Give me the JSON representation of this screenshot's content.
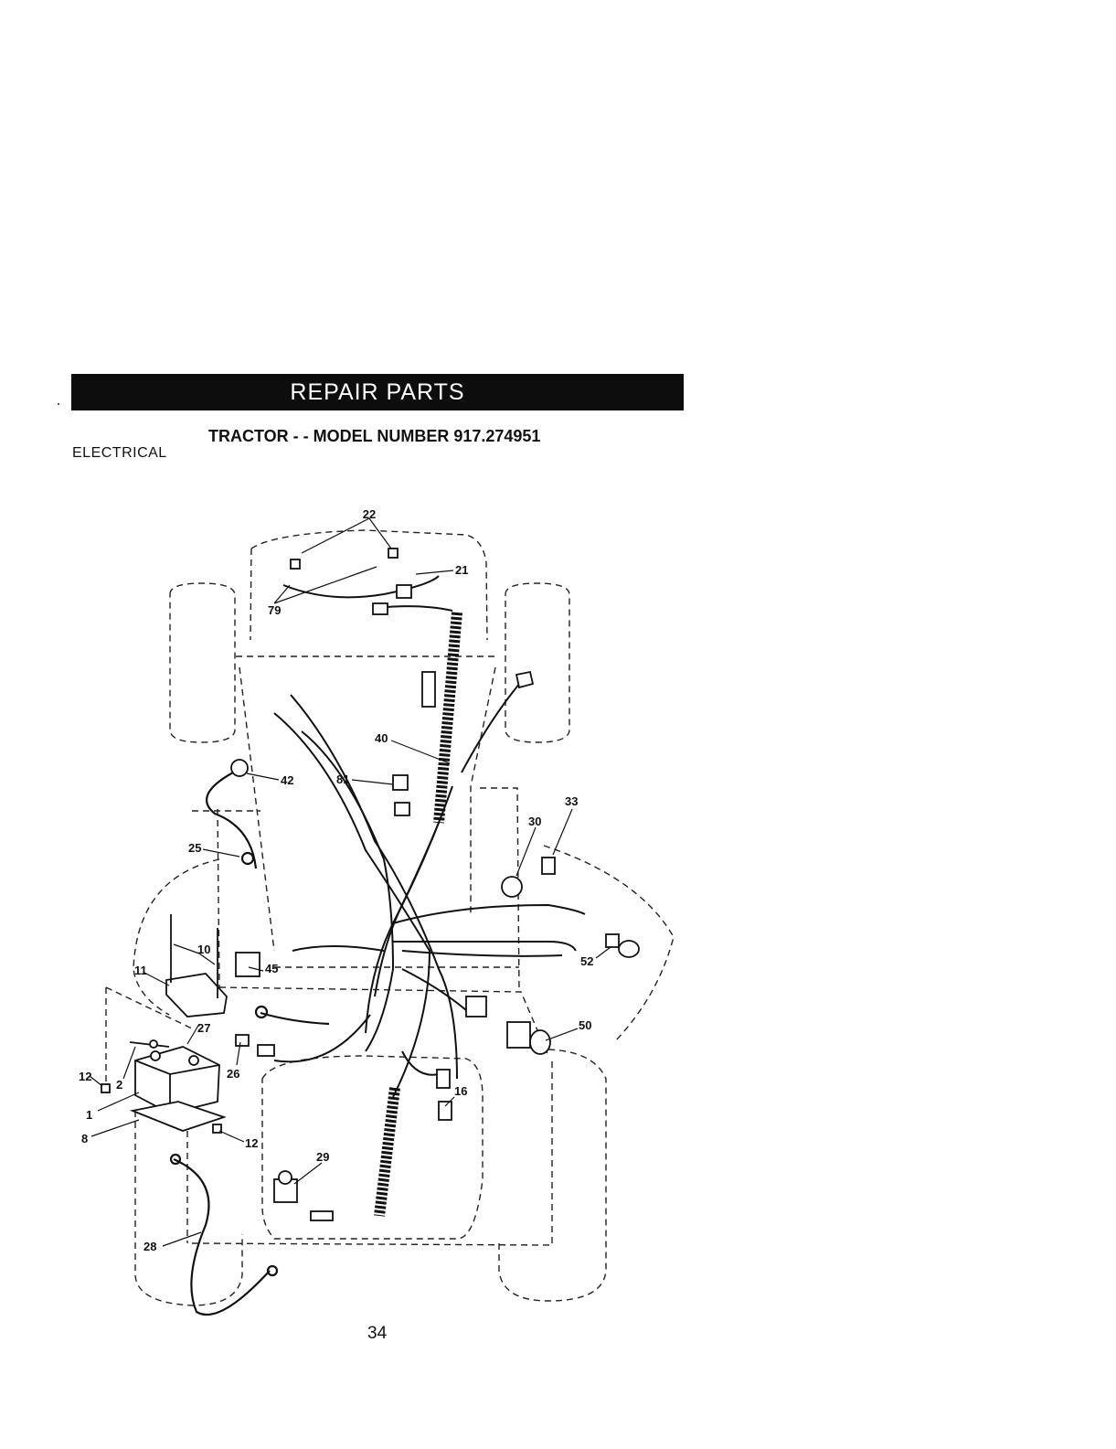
{
  "header": {
    "banner": "REPAIR PARTS",
    "title": "TRACTOR - - MODEL NUMBER 917.274951",
    "section": "ELECTRICAL"
  },
  "callouts": [
    "22",
    "21",
    "79",
    "40",
    "42",
    "81",
    "33",
    "30",
    "25",
    "10",
    "11",
    "52",
    "45",
    "50",
    "27",
    "12",
    "2",
    "26",
    "16",
    "1",
    "8",
    "12",
    "29",
    "28"
  ],
  "footer": {
    "page_number": "34"
  },
  "colors": {
    "ink": "#111111",
    "banner_bg": "#0d0d0d",
    "banner_text": "#ffffff",
    "paper": "#ffffff"
  }
}
